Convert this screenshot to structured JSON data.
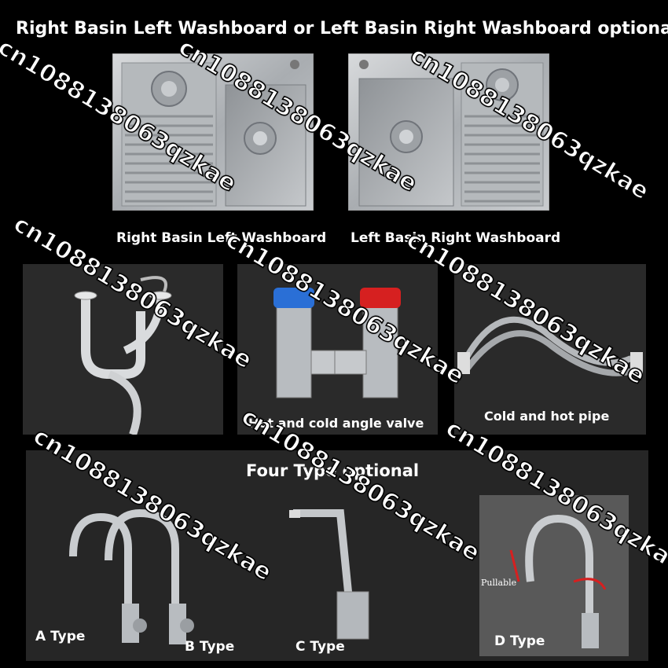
{
  "header": {
    "title": "Right Basin Left Washboard or  Left Basin Right Washboard optional"
  },
  "sinks": [
    {
      "caption": "Right Basin Left Washboard"
    },
    {
      "caption": "Left Basin Right Washboard"
    }
  ],
  "accessories": {
    "drain_label": "",
    "valve_label": "Hot and cold angle valve",
    "pipe_label": "Cold and hot pipe"
  },
  "faucets": {
    "heading": "Four Type optional",
    "types": [
      {
        "label": "A Type"
      },
      {
        "label": "B Type"
      },
      {
        "label": "C Type"
      },
      {
        "label": "D Type",
        "note": "Pullable"
      }
    ]
  },
  "watermark": "cn1088138063qzkae",
  "colors": {
    "background": "#000000",
    "panel": "#2a2a2a",
    "steel": "#b8bcc0",
    "hot": "#d62020",
    "cold": "#2a6fd6"
  }
}
